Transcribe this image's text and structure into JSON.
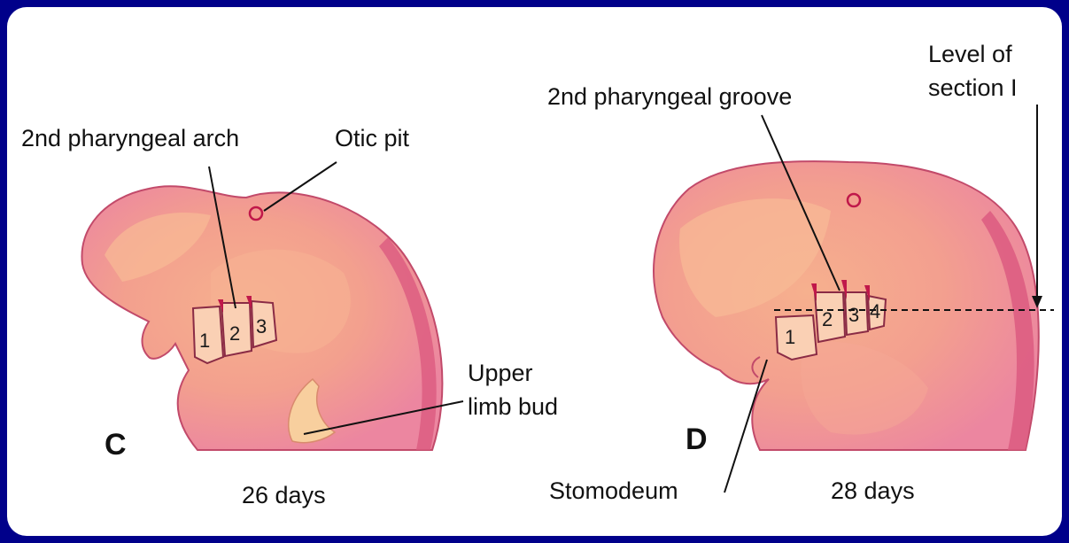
{
  "panels": [
    {
      "letter": "C",
      "caption": "26 days",
      "arch_numbers": [
        "1",
        "2",
        "3"
      ],
      "labels": {
        "arch": "2nd pharyngeal arch",
        "otic": "Otic pit",
        "limb_line1": "Upper",
        "limb_line2": "limb bud"
      }
    },
    {
      "letter": "D",
      "caption": "28 days",
      "arch_numbers": [
        "1",
        "2",
        "3",
        "4"
      ],
      "labels": {
        "groove": "2nd pharyngeal groove",
        "level_line1": "Level of",
        "level_line2": "section I",
        "stomodeum": "Stomodeum"
      }
    }
  ],
  "colors": {
    "background": "#00008a",
    "embryo_base": "#ef8fa2",
    "embryo_light": "#f6b08e",
    "embryo_dark": "#d9527a"
  }
}
